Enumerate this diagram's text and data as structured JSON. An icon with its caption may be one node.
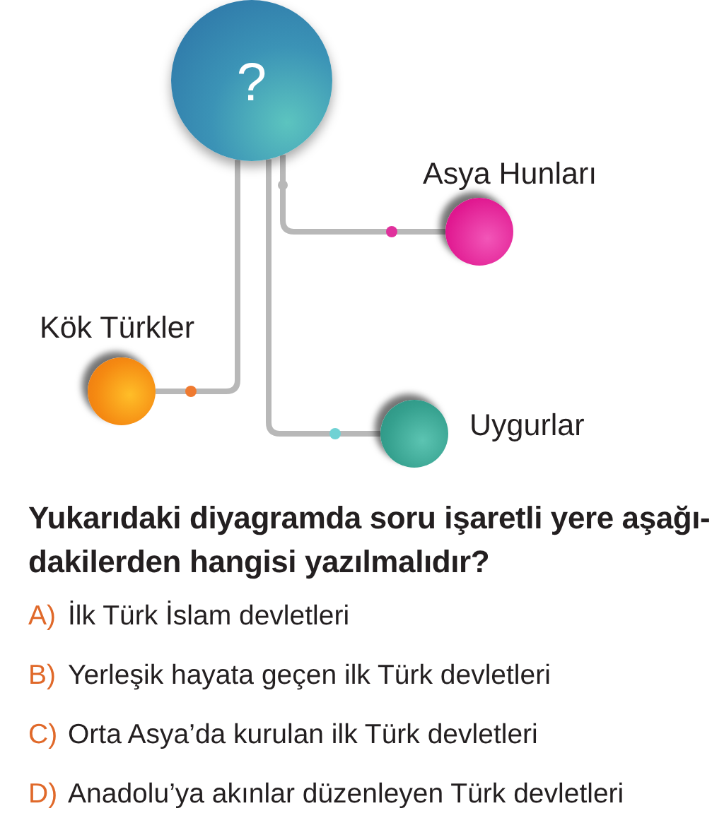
{
  "diagram": {
    "nodes": [
      {
        "text": [
          "?"
        ]
      },
      {
        "text": [],
        "shape": "circle",
        "beside": [
          "Asya Hunları"
        ]
      },
      {
        "text": [],
        "shape": "circle",
        "beside": [
          "Kök Türkler"
        ]
      },
      {
        "text": [],
        "shape": "circle",
        "beside": [
          "Uygurlar"
        ]
      }
    ],
    "edges": [
      {
        "from": 0,
        "to": 1,
        "arrow": "none"
      },
      {
        "from": 0,
        "to": 2,
        "arrow": "none"
      },
      {
        "from": 0,
        "to": 3,
        "arrow": "none"
      }
    ],
    "labels": [
      "Yukarıdaki diyagramda soru işaretli yere aşağı-dakilerden hangisi yazılmalıdır?",
      "A)",
      "İlk Türk İslam devletleri",
      "B)",
      "Yerleşik hayata geçen ilk Türk devletleri",
      "C)",
      "Orta Asya’da kurulan ilk Türk devletleri",
      "D)",
      "Anadolu’ya akınlar düzenleyen Türk devletleri"
    ]
  }
}
